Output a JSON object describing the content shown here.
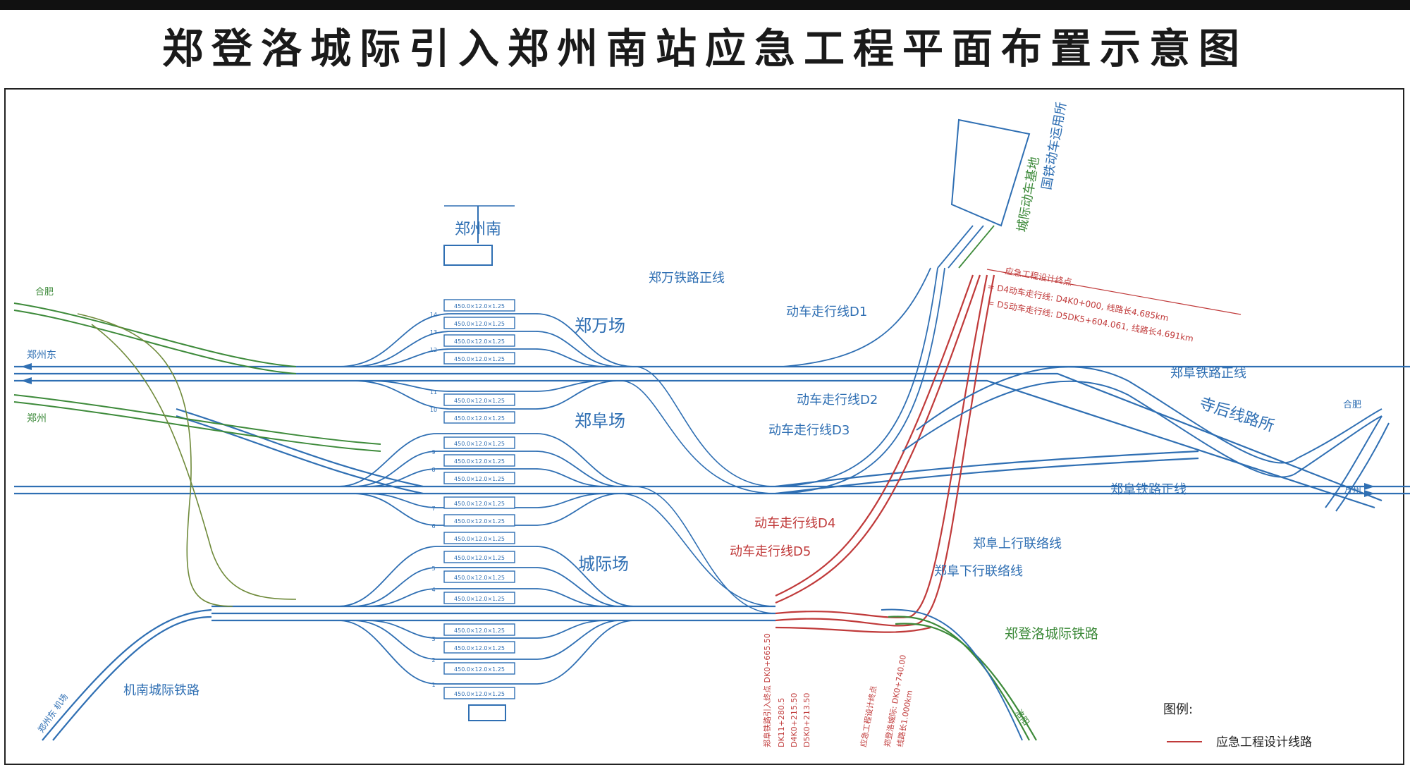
{
  "title": "郑登洛城际引入郑州南站应急工程平面布置示意图",
  "colors": {
    "blue": "#2f6fb3",
    "red": "#c03a3a",
    "green": "#3d8a3a",
    "olive": "#6f8a3a"
  },
  "labels": {
    "station": "郑州南",
    "yard_zhengwan": "郑万场",
    "yard_zhengfu": "郑阜场",
    "yard_chengji": "城际场",
    "zhengwan_main": "郑万铁路正线",
    "zhengfu_main_top": "郑阜铁路正线",
    "zhengfu_main_bottom": "郑阜铁路正线",
    "sihou": "寺后线路所",
    "d1": "动车走行线D1",
    "d2": "动车走行线D2",
    "d3": "动车走行线D3",
    "d4": "动车走行线D4",
    "d5": "动车走行线D5",
    "zhengfu_up": "郑阜上行联络线",
    "zhengfu_down": "郑阜下行联络线",
    "zhengdengluo": "郑登洛城际铁路",
    "jinan": "机南城际铁路",
    "depot_a": "国铁动车运用所",
    "depot_b": "城际动车基地",
    "left_taihe": "合肥",
    "left_zhengzhou_east": "郑州东",
    "left_zhengzhou": "郑州",
    "right_hefei": "合肥",
    "right_wanzhou": "万州",
    "bottom_left": "郑州东 机场",
    "bottom_right": "洛阳",
    "legend_title": "图例:",
    "legend_item": "应急工程设计线路"
  },
  "annotation": {
    "header": "应急工程设计终点",
    "line1": "= D4动车走行线: D4K0+000, 线路长4.685km",
    "line2": "= D5动车走行线: D5DK5+604.061, 线路长4.691km"
  },
  "platform_label": "450.0×12.0×1.25",
  "track_numbers": [
    "14",
    "13",
    "12",
    "11",
    "10",
    "9",
    "8",
    "7",
    "6",
    "5",
    "4",
    "3",
    "2",
    "1"
  ],
  "bottom_mileage": {
    "a": "郑阜铁路引入终点 DK0+665.50",
    "b": "DK11+280.5",
    "c": "D4K0+215.50",
    "d": "D5K0+213.50",
    "e": "应急工程设计终点",
    "f": "郑登洛城际: DK0+740.00",
    "g": "线路长1.000km"
  }
}
